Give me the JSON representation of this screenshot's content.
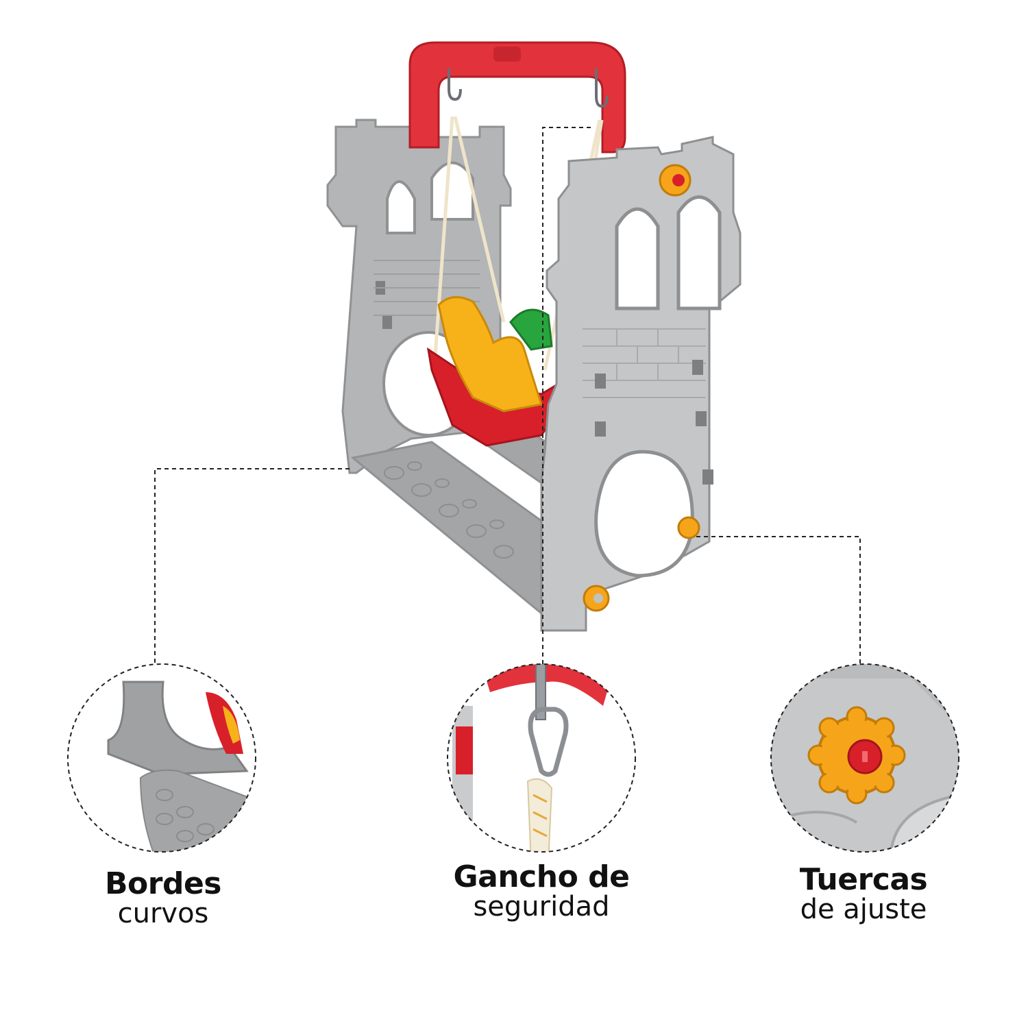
{
  "features": [
    {
      "title": "Bordes",
      "subtitle": "curvos"
    },
    {
      "title": "Gancho de",
      "subtitle": "seguridad"
    },
    {
      "title": "Tuercas",
      "subtitle": "de ajuste"
    }
  ],
  "colors": {
    "frame_gray": "#a9abad",
    "frame_light": "#c4c6c8",
    "frame_dark": "#8d8f91",
    "top_bar_red": "#e2323b",
    "seat_red": "#d8202a",
    "seat_yellow": "#f7b21a",
    "handle_green": "#29a53e",
    "nut_orange": "#f6a51b",
    "rope": "#efe4c9",
    "metal": "#9a9ea3",
    "guide_line": "#222222"
  }
}
